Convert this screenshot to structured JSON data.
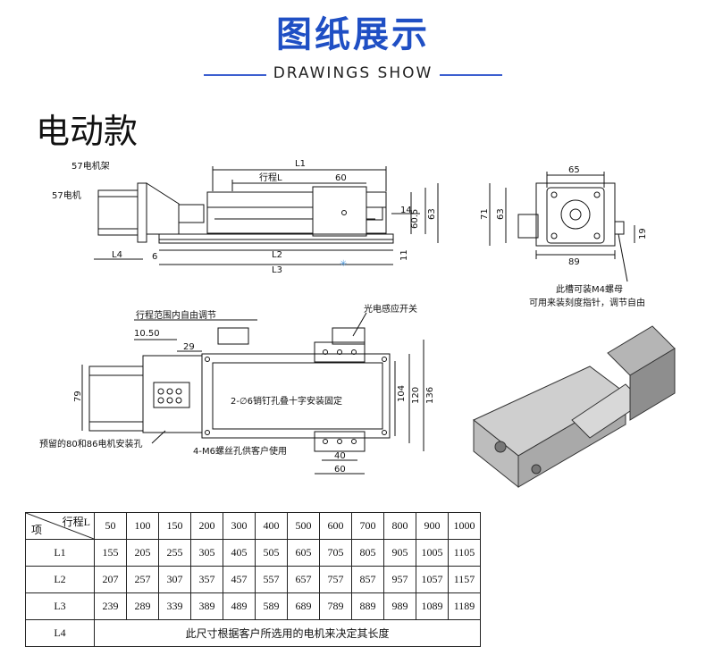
{
  "header": {
    "title": "图纸展示",
    "subtitle": "DRAWINGS SHOW"
  },
  "model_label": "电动款",
  "drawing_labels": {
    "motor_bracket": "57电机架",
    "motor": "57电机",
    "L1": "L1",
    "stroke": "行程L",
    "dim_60_top": "60",
    "dim_14": "14",
    "dim_60_5": "60.5",
    "dim_63_side": "63",
    "L4": "L4",
    "dim_6": "6",
    "L2": "L2",
    "dim_11": "11",
    "L3": "L3",
    "dim_65": "65",
    "dim_71": "71",
    "dim_63_end": "63",
    "dim_19": "19",
    "dim_89": "89",
    "note_slot_1": "此槽可装M4螺母",
    "note_slot_2": "可用来装刻度指针，调节自由",
    "note_stroke_range": "行程范围内自由调节",
    "note_sensor": "光电感应开关",
    "dim_10_50": "10.50",
    "dim_29": "29",
    "dim_79": "79",
    "note_pin_holes": "2-∅6销钉孔叠十字安装固定",
    "dim_104": "104",
    "dim_120": "120",
    "dim_136": "136",
    "note_motor_holes": "预留的80和86电机安装孔",
    "note_m6": "4-M6螺丝孔供客户使用",
    "dim_40": "40",
    "dim_60_bottom": "60"
  },
  "spec_table": {
    "header_top": "行程L",
    "header_left": "项",
    "strokes": [
      "50",
      "100",
      "150",
      "200",
      "300",
      "400",
      "500",
      "600",
      "700",
      "800",
      "900",
      "1000"
    ],
    "rows": [
      {
        "label": "L1",
        "values": [
          "155",
          "205",
          "255",
          "305",
          "405",
          "505",
          "605",
          "705",
          "805",
          "905",
          "1005",
          "1105"
        ]
      },
      {
        "label": "L2",
        "values": [
          "207",
          "257",
          "307",
          "357",
          "457",
          "557",
          "657",
          "757",
          "857",
          "957",
          "1057",
          "1157"
        ]
      },
      {
        "label": "L3",
        "values": [
          "239",
          "289",
          "339",
          "389",
          "489",
          "589",
          "689",
          "789",
          "889",
          "989",
          "1089",
          "1189"
        ]
      }
    ],
    "l4_label": "L4",
    "l4_note": "此尺寸根据客户所选用的电机来决定其长度"
  }
}
